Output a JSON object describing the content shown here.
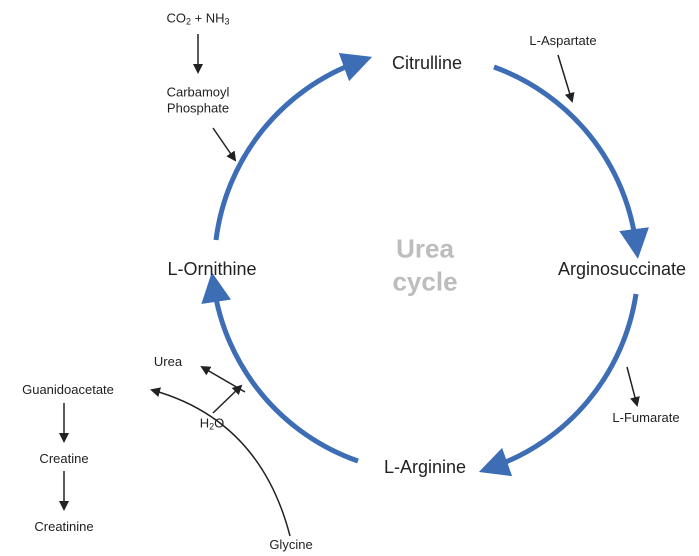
{
  "center": {
    "line1": "Urea",
    "line2": "cycle"
  },
  "nodes": {
    "citrulline": "Citrulline",
    "arginosuccinate": "Arginosuccinate",
    "arginine": "L-Arginine",
    "ornithine": "L-Ornithine"
  },
  "inputs": {
    "co2_prefix": "CO",
    "co2_sub": "2",
    "co2_mid": " + NH",
    "nh3_sub": "3",
    "carbamoyl_line1": "Carbamoyl",
    "carbamoyl_line2": "Phosphate",
    "aspartate": "L-Aspartate",
    "fumarate": "L-Fumarate",
    "urea": "Urea",
    "water_prefix": "H",
    "water_sub": "2",
    "water_suffix": "O",
    "glycine": "Glycine"
  },
  "creatine_path": [
    "Guanidoacetate",
    "Creatine",
    "Creatinine"
  ],
  "colors": {
    "cycle_arrow": "#3d6db5",
    "center_text": "#bdbdbd",
    "text": "#222222"
  }
}
